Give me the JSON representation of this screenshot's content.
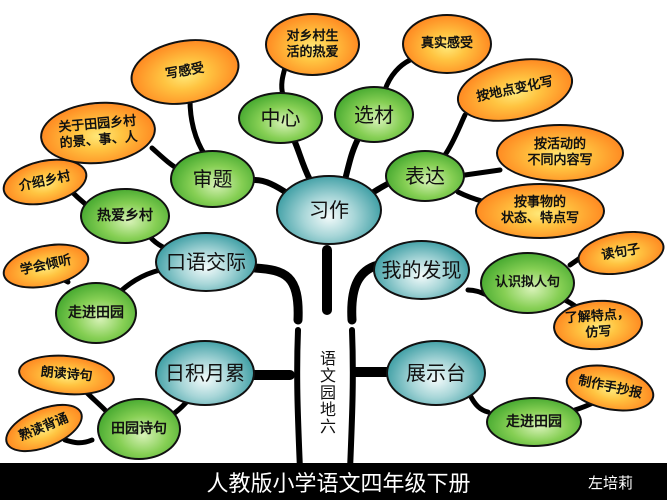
{
  "diagram": {
    "type": "mind-map",
    "root": {
      "label": "语文园地六",
      "branches": [
        {
          "label": "习作",
          "children": [
            {
              "label": "中心",
              "children": [
                {
                  "label": "对乡村生活的热爱"
                }
              ]
            },
            {
              "label": "选材",
              "children": [
                {
                  "label": "真实感受"
                }
              ]
            },
            {
              "label": "审题",
              "children": [
                {
                  "label": "写感受"
                },
                {
                  "label": "关于田园乡村的景、事、人"
                }
              ]
            },
            {
              "label": "表达",
              "children": [
                {
                  "label": "按地点变化写"
                },
                {
                  "label": "按活动的不同内容写"
                },
                {
                  "label": "按事物的状态、特点写"
                }
              ]
            }
          ]
        },
        {
          "label": "口语交际",
          "children": [
            {
              "label": "热爱乡村",
              "children": [
                {
                  "label": "介绍乡村"
                }
              ]
            },
            {
              "label": "走进田园",
              "children": [
                {
                  "label": "学会倾听"
                }
              ]
            }
          ]
        },
        {
          "label": "日积月累",
          "children": [
            {
              "label": "田园诗句",
              "children": [
                {
                  "label": "朗读诗句"
                },
                {
                  "label": "熟读背诵"
                }
              ]
            }
          ]
        },
        {
          "label": "我的发现",
          "children": [
            {
              "label": "认识拟人句",
              "children": [
                {
                  "label": "读句子"
                },
                {
                  "label": "了解特点，仿写"
                }
              ]
            }
          ]
        },
        {
          "label": "展示台",
          "children": [
            {
              "label": "走进田园",
              "children": [
                {
                  "label": "制作手抄报"
                }
              ]
            }
          ]
        }
      ]
    }
  },
  "nodes": {
    "trunk": "语文园地六",
    "xizuo": "习作",
    "zhongxin": "中心",
    "xuancai": "选材",
    "shenti": "审题",
    "biaoda": "表达",
    "duixiangcun_1": "对乡村生",
    "duixiangcun_2": "活的热爱",
    "zhenshiganshou": "真实感受",
    "xieganshou": "写感受",
    "guanyu_1": "关于田园乡村",
    "guanyu_2": "的景、事、人",
    "andidian": "按地点变化写",
    "anhuodong_1": "按活动的",
    "anhuodong_2": "不同内容写",
    "anshiwu_1": "按事物的",
    "anshiwu_2": "状态、特点写",
    "koiyujiaoji": "口语交际",
    "reaixiangcun": "热爱乡村",
    "jieshaoxiangcun": "介绍乡村",
    "zoujintianyuan_l": "走进田园",
    "xuehuiqingting": "学会倾听",
    "rijiyuelei": "日积月累",
    "tianyuanshiju": "田园诗句",
    "langdushiju": "朗读诗句",
    "shudubeisong": "熟读背诵",
    "wodefaxian": "我的发现",
    "renshinirenju": "认识拟人句",
    "dujuzi": "读句子",
    "liaojie_1": "了解特点，",
    "liaojie_2": "仿写",
    "zhanshitai": "展示台",
    "zoujintianyuan_r": "走进田园",
    "zhizuoshouchaobao": "制作手抄报"
  },
  "footer": {
    "title": "人教版小学语文四年级下册",
    "author": "左培莉"
  },
  "colors": {
    "teal_node": "#3f9fa5",
    "green_node": "#3fa52c",
    "orange_node": "#ff8e24",
    "line": "#000000",
    "footer_bg": "#000000"
  }
}
